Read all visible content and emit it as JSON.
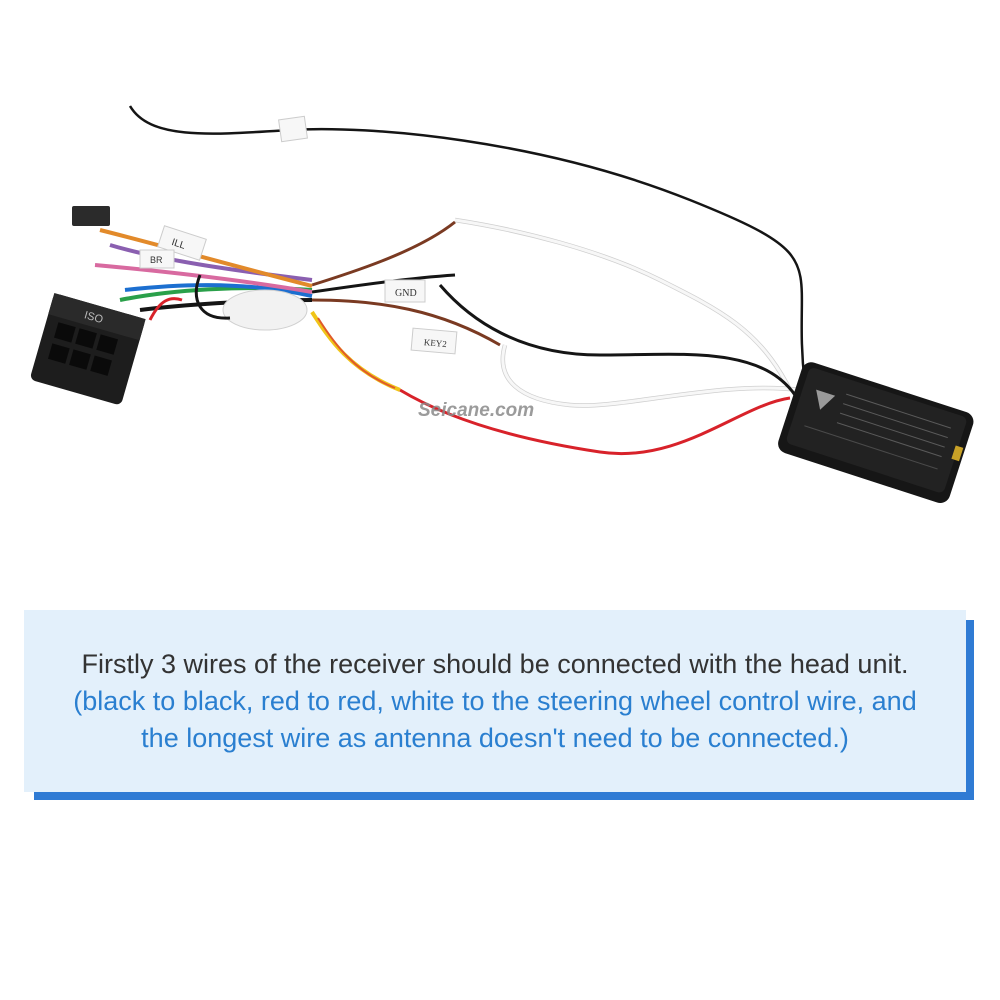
{
  "photo": {
    "watermark": "Seicane.com",
    "labels": {
      "iso": "ISO",
      "gnd": "GND",
      "key2": "KEY2",
      "ill": "ILL",
      "br": "BR"
    }
  },
  "caption": {
    "line1": "Firstly 3 wires of the receiver should be connected with the head unit.",
    "line2": "(black to black, red to red, white to the steering wheel control wire, and",
    "line3": "the longest wire as antenna doesn't need to be connected.)"
  },
  "colors": {
    "caption_bg": "#e3f0fb",
    "caption_shadow": "#2f7bd4",
    "caption_text": "#333333",
    "caption_accent": "#2a7fd0",
    "wire_red": "#d8222a",
    "wire_white": "#f4f4f4",
    "wire_black": "#151515",
    "wire_brown": "#7a3a22",
    "wire_yellow": "#f0c419"
  }
}
